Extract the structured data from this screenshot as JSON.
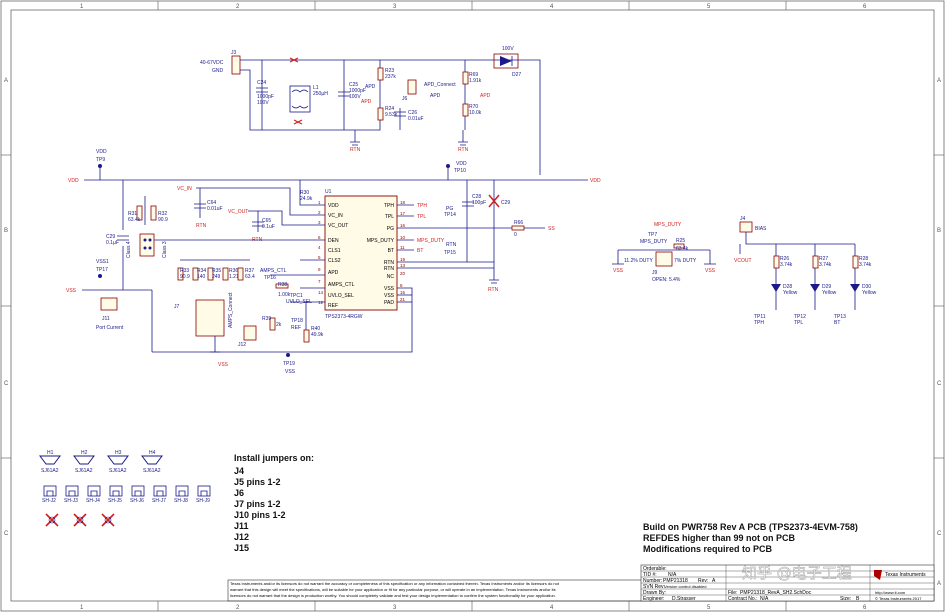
{
  "grid": {
    "columns": [
      "1",
      "2",
      "3",
      "4",
      "5",
      "6"
    ],
    "rows": [
      "A",
      "B",
      "C",
      "C",
      "C",
      "A"
    ]
  },
  "power": {
    "input": "40-67VDC",
    "gnd": "GND",
    "connector": "J3",
    "vdd": "VDD",
    "vss": "VSS",
    "apd": "APD",
    "apd_connect": "APD_Connect",
    "rtn": "RTN",
    "d27_value": "100V",
    "d27": "D27"
  },
  "components": {
    "c24": [
      "C24",
      "1000pF",
      "100V"
    ],
    "l1": [
      "L1",
      "250µH"
    ],
    "c25": [
      "C25",
      "1000pF",
      "100V"
    ],
    "r23": [
      "R23",
      "237k"
    ],
    "r24": [
      "R24",
      "9.53k"
    ],
    "c26": [
      "C26",
      "0.01uF"
    ],
    "r69": [
      "R69",
      "1.91k"
    ],
    "r70": [
      "R70",
      "10.0k"
    ],
    "j6": "J6",
    "c64": [
      "C64",
      "0.01uF"
    ],
    "c65": [
      "C65",
      "0.1uF"
    ],
    "r30": [
      "R30",
      "24.9k"
    ],
    "c28": [
      "C28",
      "100pF"
    ],
    "r66": [
      "R66",
      "0"
    ],
    "c29": "C29",
    "r31": [
      "R31",
      "63.4k"
    ],
    "r32": [
      "R32",
      "90.9"
    ],
    "c29b": [
      "C29",
      "0.1µF"
    ],
    "r33": [
      "R33",
      "90.9"
    ],
    "r34": [
      "R34",
      "140"
    ],
    "r35": [
      "R35",
      "249"
    ],
    "r36": [
      "R36",
      "1.21k"
    ],
    "r37": [
      "R37",
      "63.4"
    ],
    "r38": [
      "R38",
      "1.00k"
    ],
    "r39": [
      "R39",
      "2k"
    ],
    "r40": [
      "R40",
      "49.9k"
    ],
    "r25": [
      "R25",
      "63.4k"
    ],
    "r26": [
      "R26",
      "3.74k"
    ],
    "r27": [
      "R27",
      "3.74k"
    ],
    "r28": [
      "R28",
      "3.74k"
    ],
    "d28": [
      "D28",
      "Yellow"
    ],
    "d29": [
      "D29",
      "Yellow"
    ],
    "d30": [
      "D30",
      "Yellow"
    ]
  },
  "ic": {
    "ref": "U1",
    "part": "TPS2373-4RGW",
    "left_pins": [
      "VDD",
      "VC_IN",
      "VC_OUT",
      "DEN",
      "CLS1",
      "CLS2",
      "APD",
      "AMPS_CTL",
      "UVLO_SEL",
      "REF"
    ],
    "left_nums": [
      "1",
      "2",
      "3",
      "6",
      "4",
      "5",
      "9",
      "7",
      "14",
      "12"
    ],
    "right_pins": [
      "TPH",
      "TPL",
      "PG",
      "MPS_DUTY",
      "BT",
      "RTN",
      "RTN",
      "NC",
      "VSS",
      "VSS",
      "PAD"
    ],
    "right_nums": [
      "18",
      "17",
      "16",
      "10",
      "11",
      "19",
      "13",
      "20",
      "8",
      "15",
      "21"
    ]
  },
  "nets": {
    "tph": "TPH",
    "tpl": "TPL",
    "pg": "PG",
    "mps_duty": "MPS_DUTY",
    "bt": "BT",
    "vcin": "VC_IN",
    "vcout": "VC_OUT",
    "amps_ctl": "AMPS_CTL",
    "uvlo_sel": "UVLO_SEL",
    "ss": "SS",
    "vcout2": "VCOUT",
    "bias": "BIAS",
    "ampd": "AMPS_Connect"
  },
  "testpoints": [
    "TP9",
    "TP10",
    "TP14",
    "TP15",
    "TP16",
    "TP17",
    "TP18",
    "TP19",
    "TP7",
    "TP11",
    "TP12",
    "TP13",
    "TPC1"
  ],
  "jumpers": {
    "j11": "J11",
    "port_current": "Port Current",
    "j5": "J5",
    "j7": "J7",
    "j12": "J12",
    "j4": "J4",
    "j9": "J9",
    "duty1": "11.2% DUTY",
    "duty2": "7% DUTY",
    "open": "OPEN: 5.4%",
    "class4": "Class 4",
    "class3": "Class 3",
    "vss1": "VSS1",
    "ref": "REF",
    "tp_labels": [
      "TPH",
      "TPL",
      "BT"
    ]
  },
  "hardware": {
    "h": [
      "H1",
      "H2",
      "H3",
      "H4"
    ],
    "h_part": "SJ61A2",
    "sh": [
      "SH-J2",
      "SH-J3",
      "SH-J4",
      "SH-J5",
      "SH-J6",
      "SH-J7",
      "SH-J8",
      "SH-J9"
    ]
  },
  "notes": {
    "install_title": "Install jumpers on:",
    "install_list": [
      "J4",
      "J5 pins 1-2",
      "J6",
      "J7 pins 1-2",
      "J10 pins 1-2",
      "J11",
      "J12",
      "J15"
    ],
    "build": [
      "Build on PWR758 Rev A PCB (TPS2373-4EVM-758)",
      "REFDES higher than 99 not on PCB",
      "Modifications required to PCB"
    ]
  },
  "titleblock": {
    "disclaimer1": "Texas Instruments and/or its licensors do not warrant the accuracy or completeness of this specification or any information contained therein. Texas Instruments and/or its licensors do not",
    "disclaimer2": "warrant that this design will meet the specifications, will be suitable for your application or fit for any particular purpose, or will operate in an implementation. Texas Instruments and/or its",
    "disclaimer3": "licensors do not warrant that the design is production worthy. You should completely validate and test your design implementation to confirm the system functionality for your application.",
    "orderable": "Orderable:",
    "tid": "TID #:",
    "tid_val": "N/A",
    "number_lbl": "Number:",
    "number": "PMP21318",
    "rev_lbl": "Rev:",
    "rev": "A",
    "svn_lbl": "SVN Rev:",
    "svn": "Version control disabled",
    "drawn_lbl": "Drawn By:",
    "engineer_lbl": "Engineer:",
    "engineer": "D.Strasser",
    "file_lbl": "File:",
    "file": "PMP21318_RevA_SH2.SchDoc",
    "contract_lbl": "Contract No.:",
    "contract": "N/A",
    "size_lbl": "Size:",
    "size": "B",
    "company": "Texas Instruments",
    "url": "http://www.ti.com",
    "copyright": "© Texas Instruments 2017",
    "watermark": "知乎 @电子工程"
  }
}
